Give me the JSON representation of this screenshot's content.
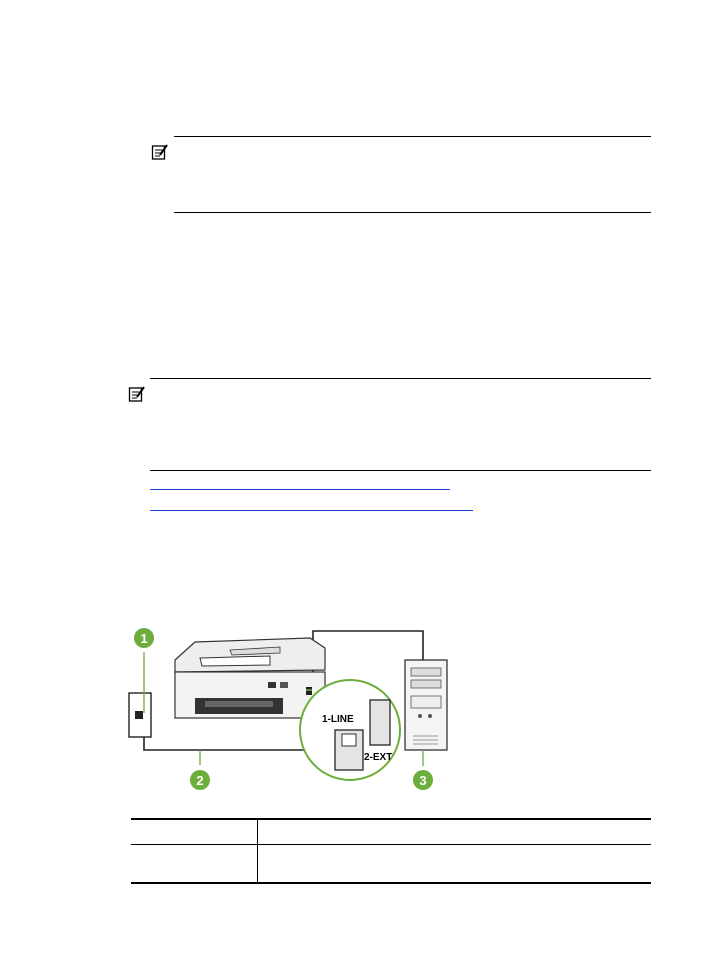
{
  "notes": [
    {
      "icon": "note-icon"
    },
    {
      "icon": "note-icon"
    }
  ],
  "diagram": {
    "callouts": [
      "1",
      "2",
      "3"
    ],
    "port_labels": {
      "line": "1-LINE",
      "ext": "2-EXT"
    },
    "colors": {
      "callout_green": "#6cae3c",
      "device_gray": "#cfcfcf"
    }
  },
  "table": {
    "rows": [
      {
        "col1": "",
        "col2": ""
      },
      {
        "col1": "",
        "col2": ""
      }
    ]
  }
}
